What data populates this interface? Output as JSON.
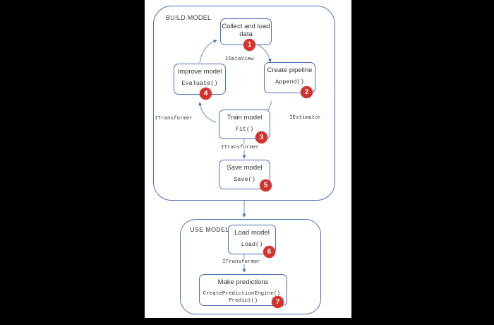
{
  "canvas": {
    "background": "#ffffff",
    "page_background": "#000000",
    "accent_line": "#4a6fb5",
    "badge_color": "#d6322c",
    "badge_text_color": "#ffffff"
  },
  "groups": [
    {
      "id": "build",
      "label": "BUILD MODEL"
    },
    {
      "id": "use",
      "label": "USE MODEL"
    }
  ],
  "nodes": [
    {
      "id": "collect",
      "title": "Collect and load\ndata",
      "method": "",
      "badge": "1"
    },
    {
      "id": "pipeline",
      "title": "Create pipeline",
      "method": "Append()",
      "badge": "2"
    },
    {
      "id": "train",
      "title": "Train model",
      "method": "Fit()",
      "badge": "3"
    },
    {
      "id": "improve",
      "title": "Improve model",
      "method": "Evaluate()",
      "badge": "4"
    },
    {
      "id": "save",
      "title": "Save model",
      "method": "Save()",
      "badge": "5"
    },
    {
      "id": "load",
      "title": "Load model",
      "method": "Load()",
      "badge": "6"
    },
    {
      "id": "predict",
      "title": "Make predictions",
      "method": "CreatePredictionEngine().\nPredict()",
      "badge": "7"
    }
  ],
  "edge_labels": [
    {
      "id": "e1",
      "text": "IDataView"
    },
    {
      "id": "e2",
      "text": "IEstimator"
    },
    {
      "id": "e3",
      "text": "ITransformer"
    },
    {
      "id": "e4",
      "text": "ITransformer"
    },
    {
      "id": "e5",
      "text": "ITransformer"
    }
  ]
}
